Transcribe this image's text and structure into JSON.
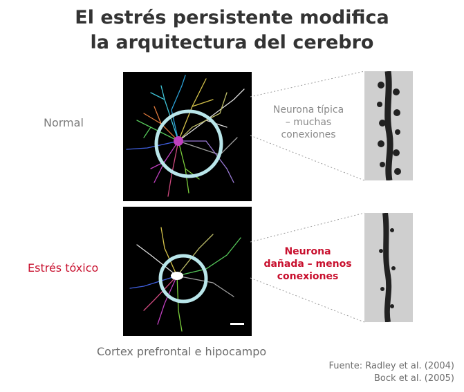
{
  "title": {
    "line1": "El estrés persistente modifica",
    "line2": "la arquitectura del cerebro"
  },
  "rows": {
    "normal": {
      "label": "Normal",
      "description": [
        "Neurona típica",
        "– muchas",
        "conexiones"
      ]
    },
    "stress": {
      "label": "Estrés tóxico",
      "description": [
        "Neurona",
        "dañada – menos",
        "conexiones"
      ]
    }
  },
  "caption": "Cortex prefrontal e hipocampo",
  "source": {
    "line1": "Fuente: Radley et al. (2004)",
    "line2": "Bock et al. (2005)"
  },
  "colors": {
    "title": "#333333",
    "normal_label": "#7a7a7a",
    "stress_label": "#c8102e",
    "ring": "#b9e6ea",
    "panel_bg": "#000000",
    "spine_bg": "#cfcfcf"
  }
}
